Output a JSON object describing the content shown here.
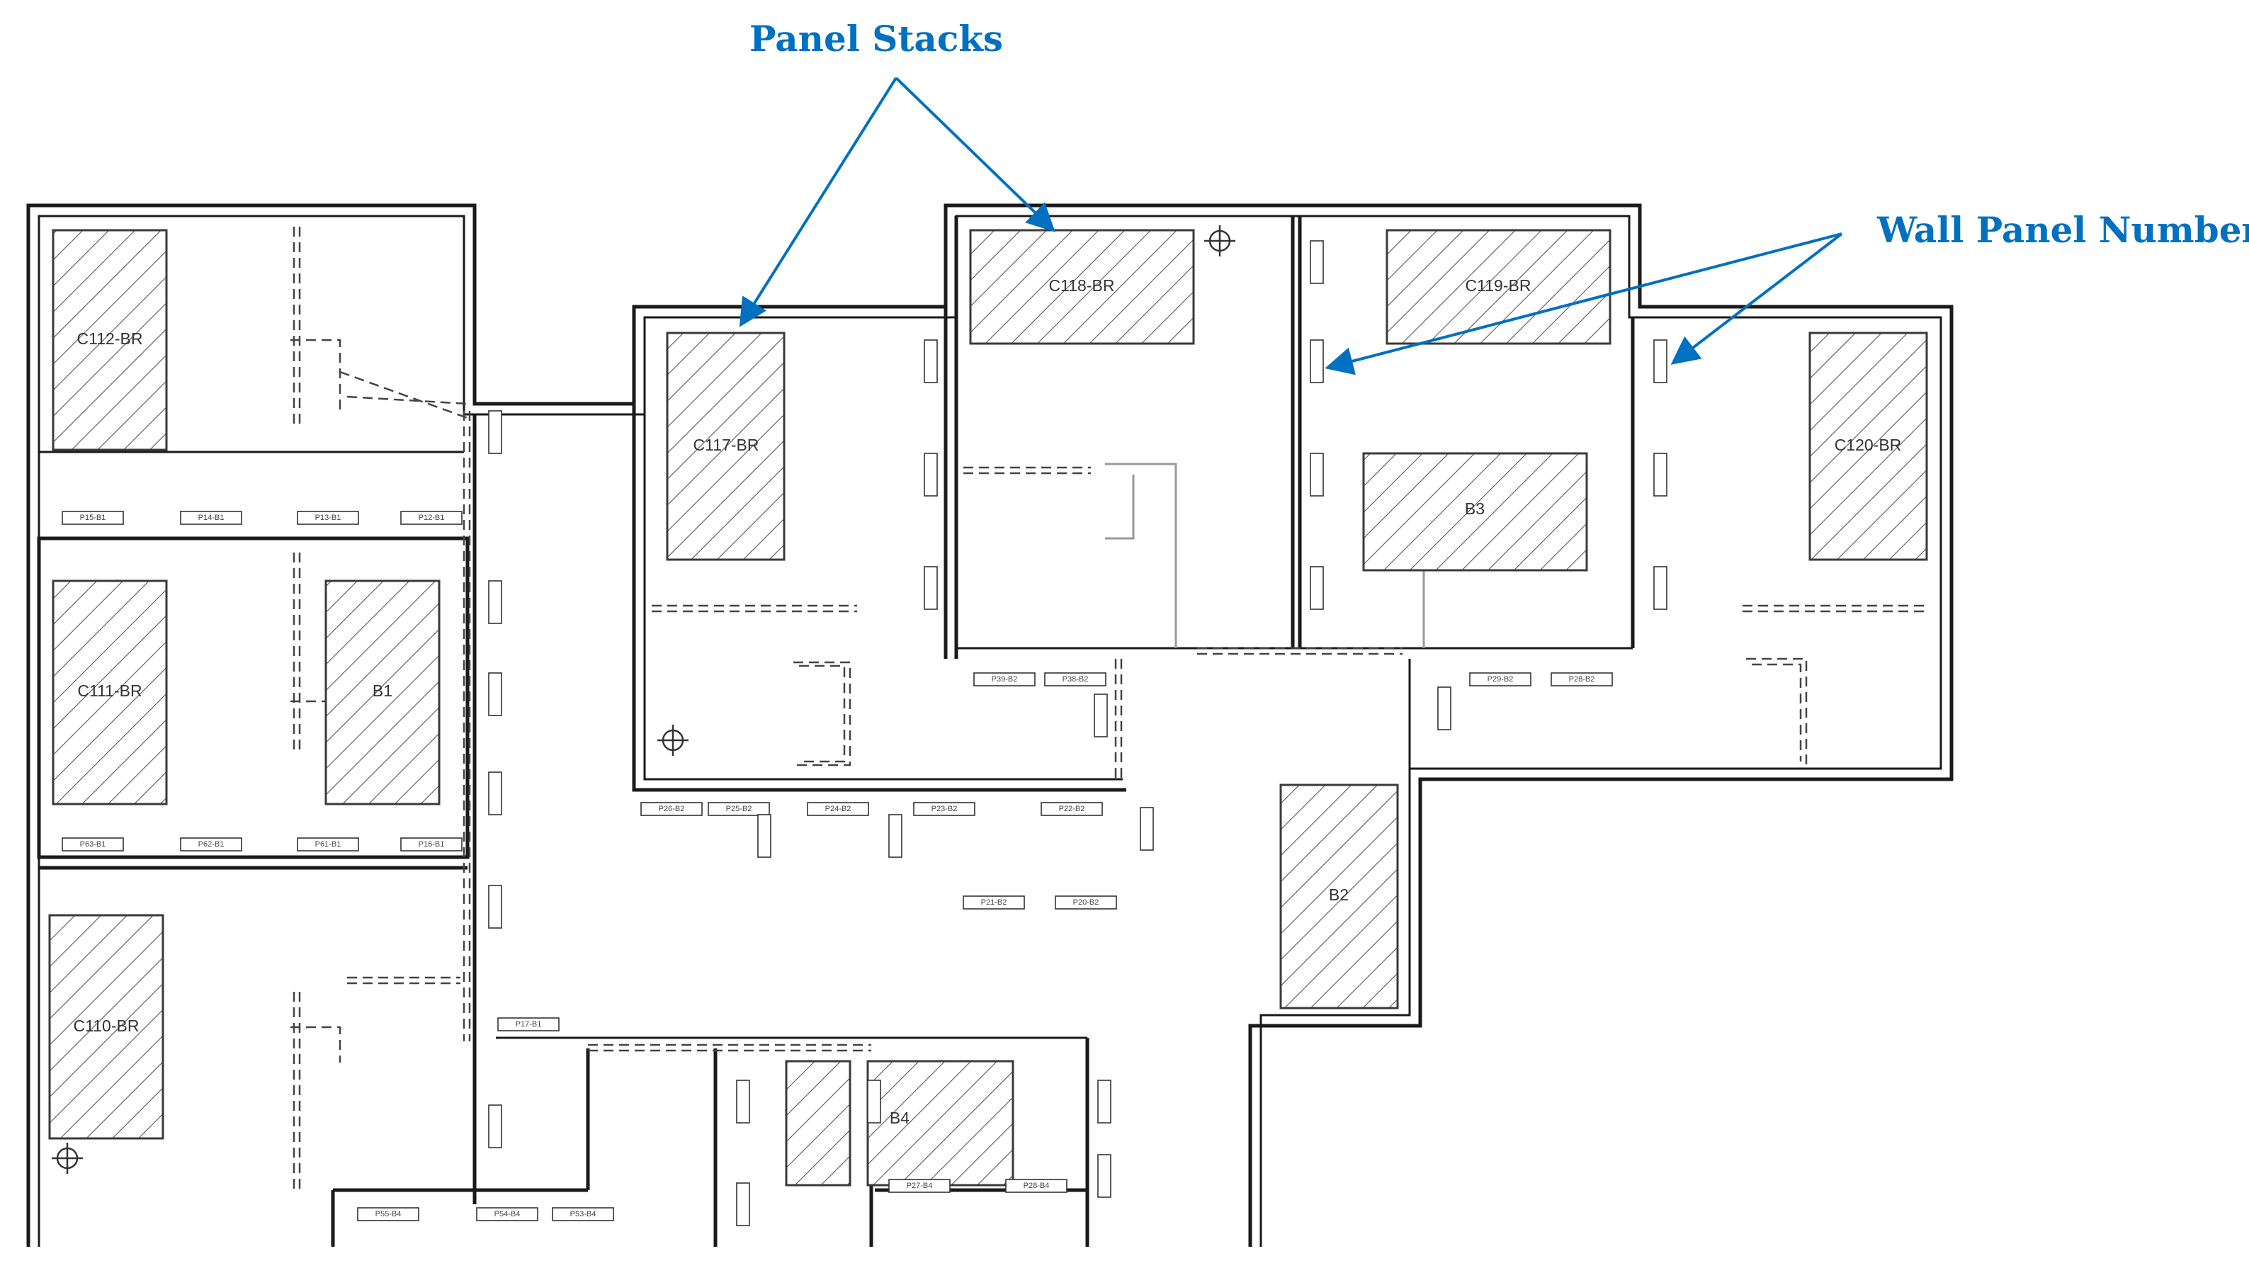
{
  "callouts": {
    "panel_stacks": "Panel Stacks",
    "wall_panel_number": "Wall Panel Number",
    "color": "#0070C0"
  },
  "stacks": [
    {
      "id": "C112-BR",
      "label": "C112-BR"
    },
    {
      "id": "C111-BR",
      "label": "C111-BR"
    },
    {
      "id": "C110-BR",
      "label": "C110-BR"
    },
    {
      "id": "B1",
      "label": "B1"
    },
    {
      "id": "C117-BR",
      "label": "C117-BR"
    },
    {
      "id": "C118-BR",
      "label": "C118-BR"
    },
    {
      "id": "C119-BR",
      "label": "C119-BR"
    },
    {
      "id": "B3",
      "label": "B3"
    },
    {
      "id": "C120-BR",
      "label": "C120-BR"
    },
    {
      "id": "B2",
      "label": "B2"
    },
    {
      "id": "B4",
      "label": "B4"
    }
  ],
  "panel_tags": [
    "P15-B1",
    "P14-B1",
    "P13-B1",
    "P12-B1",
    "P63-B1",
    "P62-B1",
    "P61-B1",
    "P16-B1",
    "P17-B1",
    "P55-B4",
    "P54-B4",
    "P53-B4",
    "P26-B2",
    "P25-B2",
    "P24-B2",
    "P23-B2",
    "P22-B2",
    "P21-B2",
    "P20-B2",
    "P39-B2",
    "P38-B2",
    "P29-B2",
    "P28-B2",
    "P27-B4",
    "P28-B4"
  ]
}
